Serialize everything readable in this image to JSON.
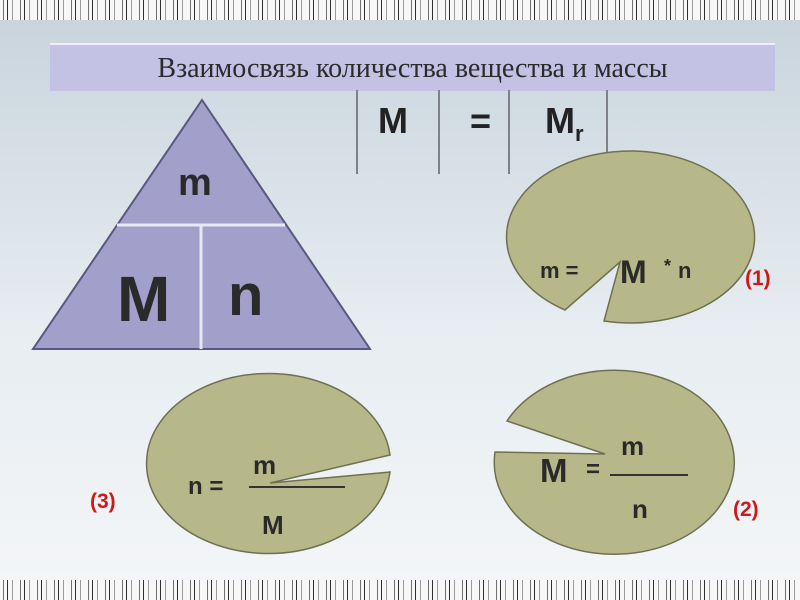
{
  "title": "Взаимосвязь количества вещества и массы",
  "top_formula": {
    "left": "M",
    "eq": "=",
    "right": "M",
    "right_sub": "r"
  },
  "triangle": {
    "top": "m",
    "bottom_left": "M",
    "bottom_right": "n"
  },
  "circle1": {
    "lhs": "m =",
    "mid": "M",
    "op": "*",
    "rhs": "n",
    "label": "(1)"
  },
  "circle2": {
    "lhs": "M",
    "eq": "=",
    "num": "m",
    "den": "n",
    "label": "(2)"
  },
  "circle3": {
    "lhs": "n =",
    "num": "m",
    "den": "M",
    "label": "(3)"
  },
  "colors": {
    "triangle_fill": "#a29fcb",
    "triangle_stroke": "#5a5780",
    "pie_fill": "#b7b889",
    "pie_stroke": "#6f7052",
    "label_red": "#d01818",
    "title_bg": "#c3c1e4"
  }
}
